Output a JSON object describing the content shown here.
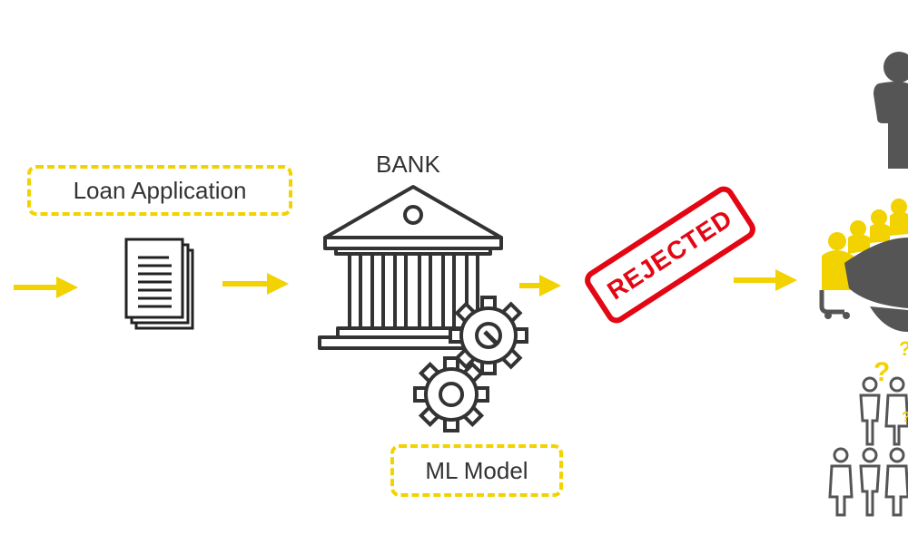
{
  "labels": {
    "loan_application": "Loan Application",
    "bank": "BANK",
    "ml_model": "ML Model",
    "stamp": "REJECTED"
  },
  "colors": {
    "arrow": "#f2d200",
    "label_border": "#f2d200",
    "icon": "#333333",
    "people": "#555555",
    "accent_yellow": "#f2d200",
    "stamp": "#e30613"
  },
  "icons": [
    "documents-icon",
    "bank-icon",
    "gears-icon",
    "person-icon",
    "meeting-table-icon",
    "crowd-question-icon"
  ]
}
